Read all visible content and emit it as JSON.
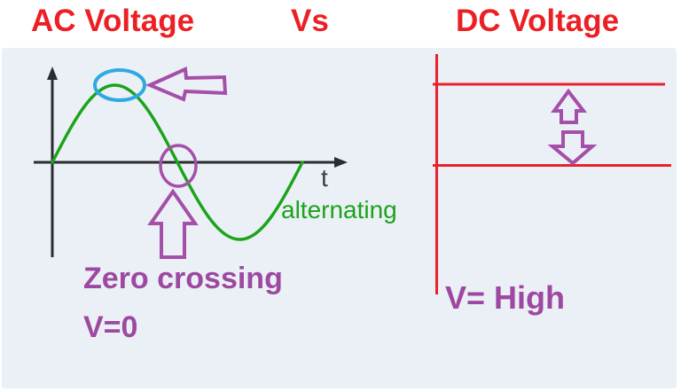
{
  "title": {
    "ac": "AC Voltage",
    "vs": "Vs",
    "dc": "DC Voltage"
  },
  "ac_panel": {
    "t_label": "t",
    "wave_label": "alternating",
    "annotation_line1": "Zero crossing",
    "annotation_line2": "V=0"
  },
  "dc_panel": {
    "annotation": "V= High"
  },
  "colors": {
    "title_red": "#EC2024",
    "line_red": "#E9222B",
    "purple_arrow": "#A44FA8",
    "purple_text": "#9D48A1",
    "wave_green": "#1CA31C",
    "highlight_blue": "#2FA9E1",
    "axis_dark": "#2A2C30",
    "panel_background": "#EBF0F6"
  }
}
